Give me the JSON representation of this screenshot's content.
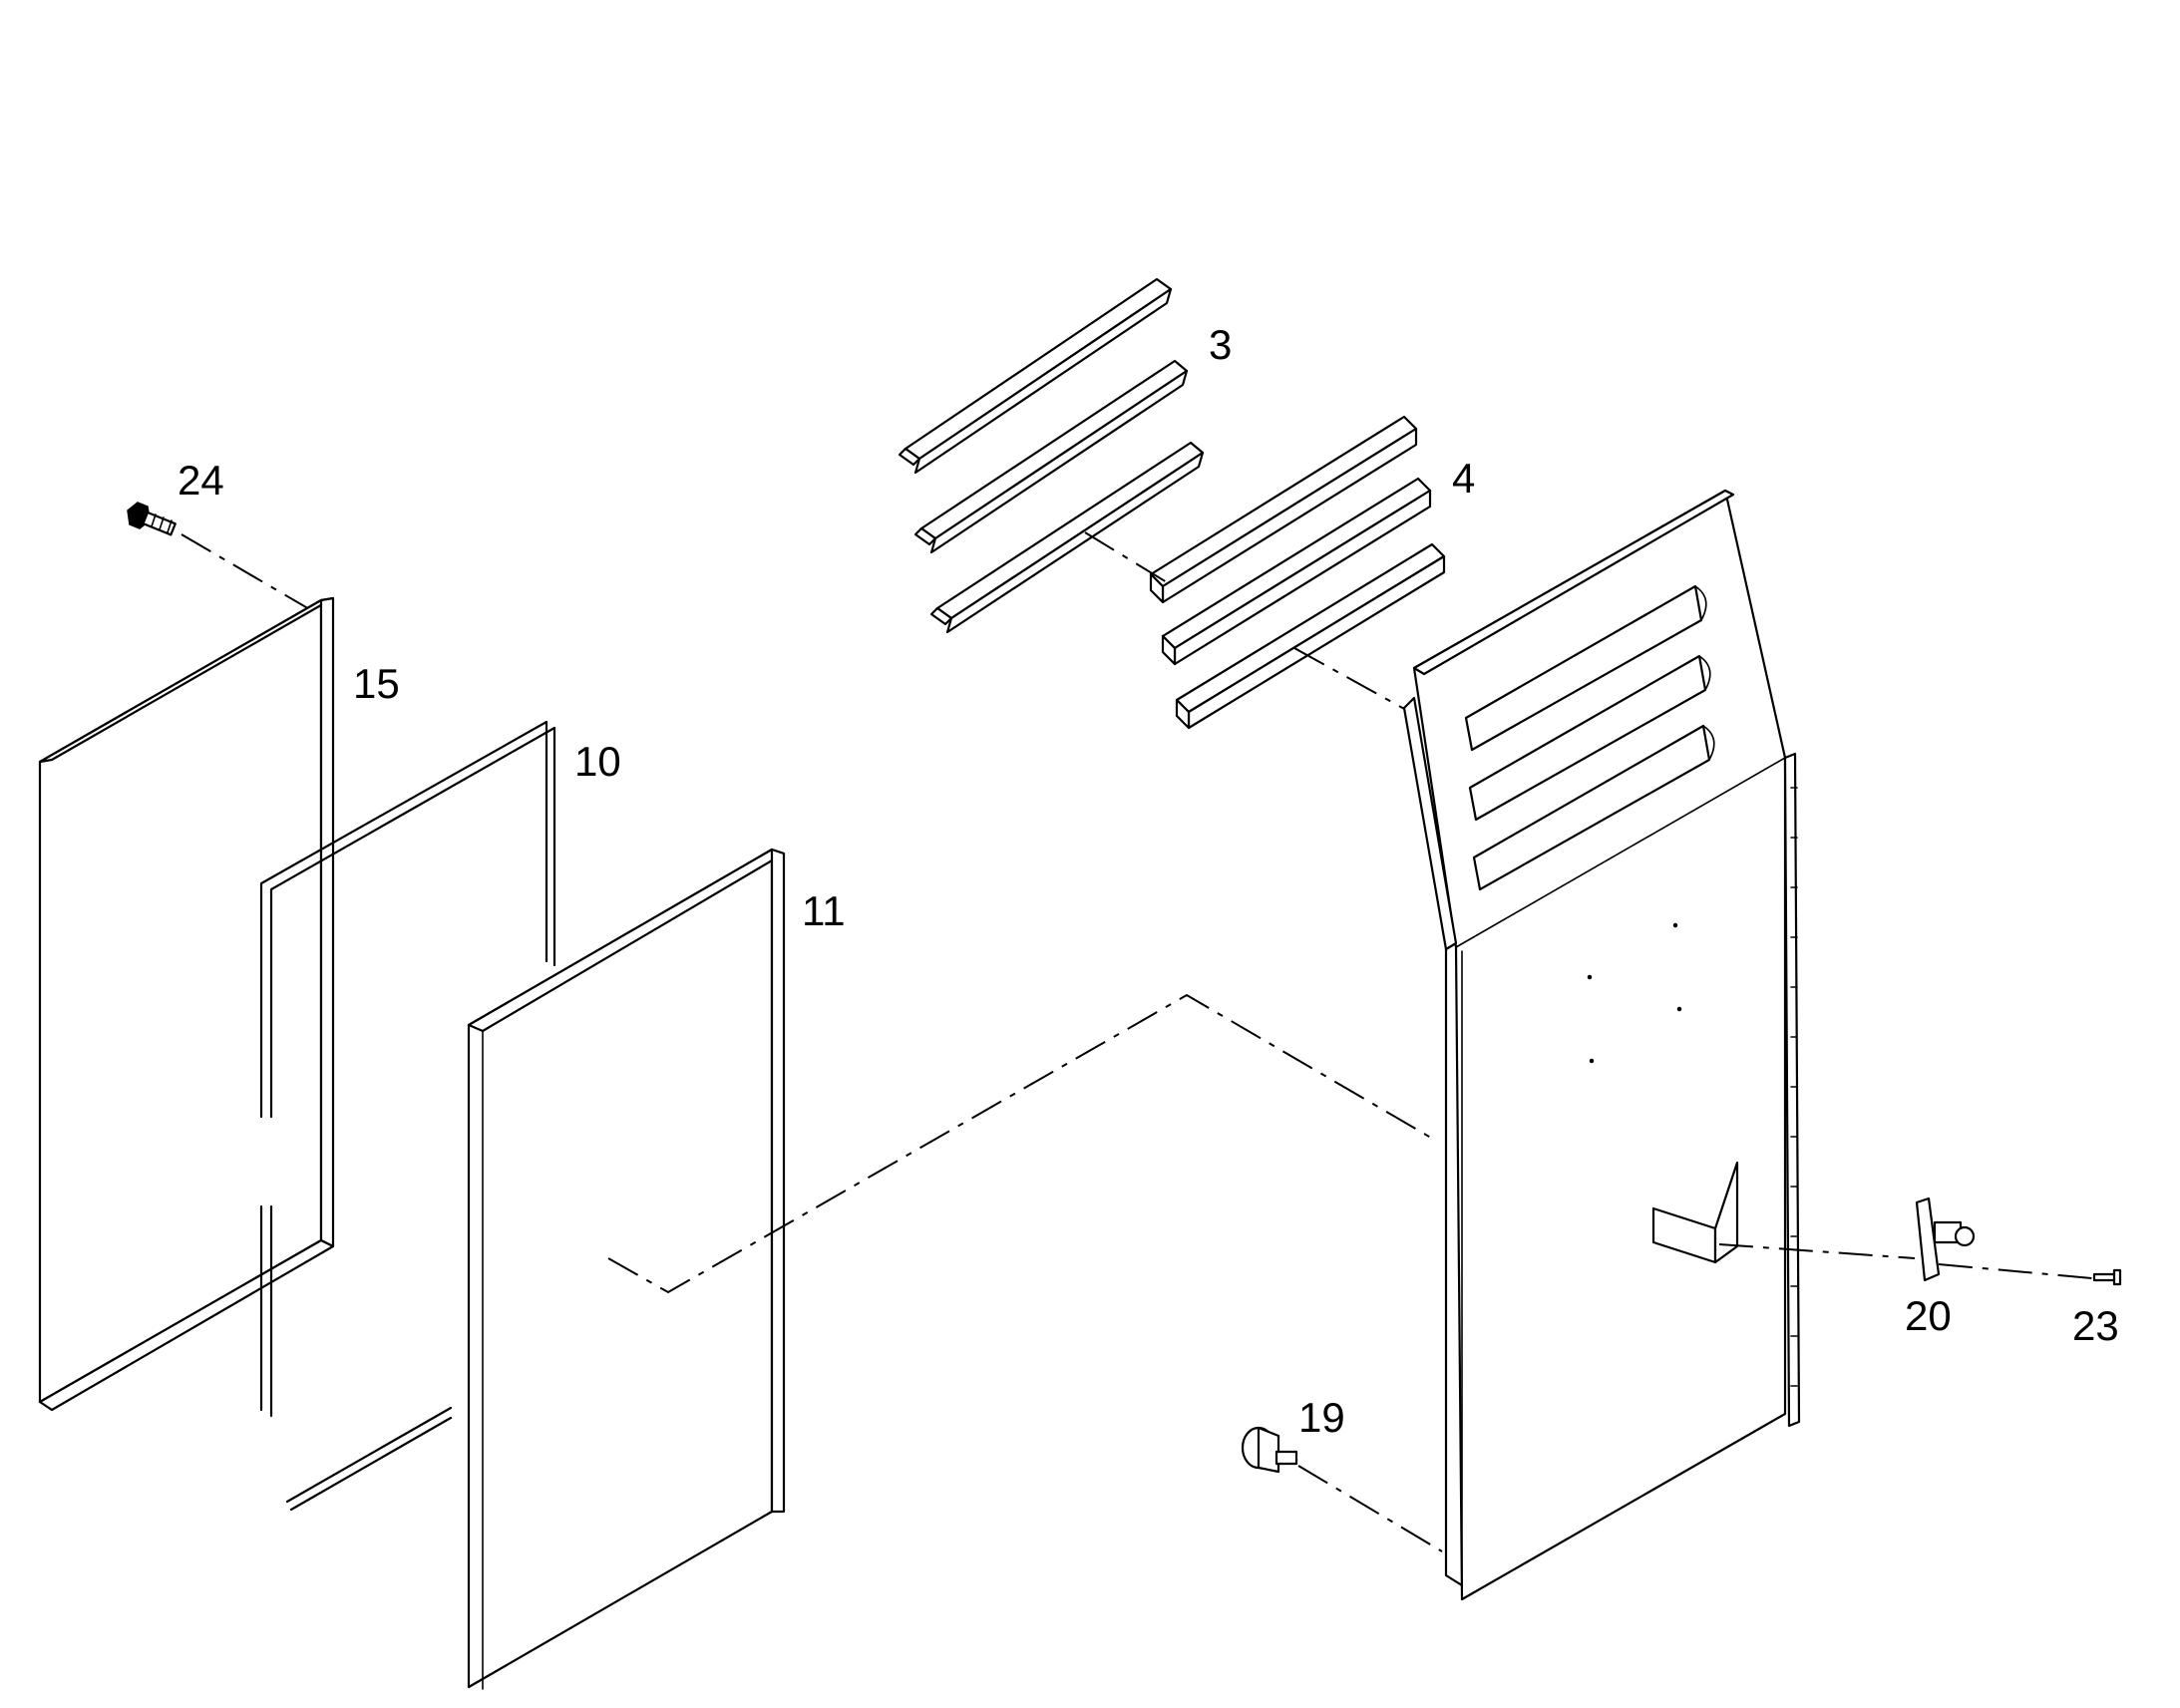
{
  "callouts": {
    "c3": "3",
    "c4": "4",
    "c24": "24",
    "c15": "15",
    "c10": "10",
    "c11": "11",
    "c19": "19",
    "c20": "20",
    "c23": "23"
  },
  "colors": {
    "line": "#000000",
    "background": "#ffffff"
  }
}
